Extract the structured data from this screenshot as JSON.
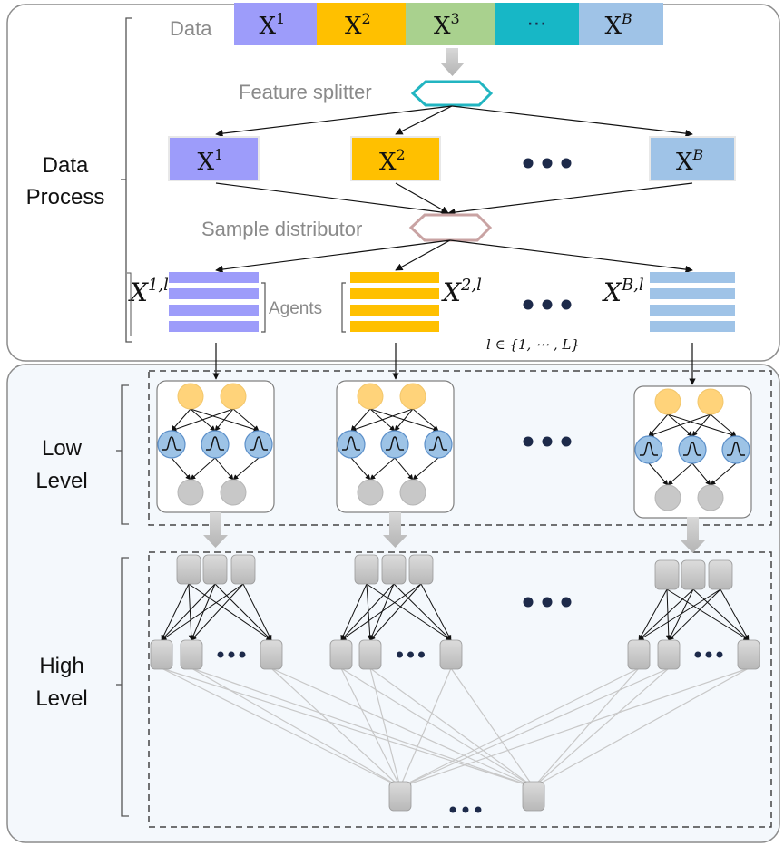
{
  "colors": {
    "x1": "#9d9cfa",
    "x2": "#ffc000",
    "x3": "#a9d18e",
    "x_ellipsis": "#17b7c6",
    "xB": "#9fc3e7",
    "input_node": "#ffd37a",
    "hidden_node": "#9dc3e6",
    "output_node": "#c8c8c8",
    "high_node": "#c6c6c6",
    "splitter": "#22b5c1",
    "distributor": "#c9a3a3",
    "dots": "#1d2a4a"
  },
  "sections": {
    "data_process": [
      "Data",
      "Process"
    ],
    "low_level": [
      "Low",
      "Level"
    ],
    "high_level": [
      "High",
      "Level"
    ]
  },
  "data_label": "Data",
  "data_blocks": [
    {
      "base": "X",
      "sup": "1",
      "color": "x1"
    },
    {
      "base": "X",
      "sup": "2",
      "color": "x2"
    },
    {
      "base": "X",
      "sup": "3",
      "color": "x3"
    },
    {
      "base": "⋯",
      "sup": "",
      "color": "x_ellipsis"
    },
    {
      "base": "X",
      "sup": "B",
      "color": "xB"
    }
  ],
  "feature_splitter_label": "Feature splitter",
  "feature_blocks": [
    {
      "base": "X",
      "sup": "1",
      "color": "x1"
    },
    {
      "base": "X",
      "sup": "2",
      "color": "x2"
    },
    {
      "base": "X",
      "sup": "B",
      "color": "xB"
    }
  ],
  "sample_distributor_label": "Sample distributor",
  "agent_labels": [
    {
      "base": "X",
      "sup": "1,l"
    },
    {
      "base": "X",
      "sup": "2,l"
    },
    {
      "base": "X",
      "sup": "B,l"
    }
  ],
  "agents_label": "Agents",
  "l_range_label": "l ∈ {1, ⋯ , L}",
  "ellipsis_dots": "•••",
  "small_ellipsis": "•••"
}
